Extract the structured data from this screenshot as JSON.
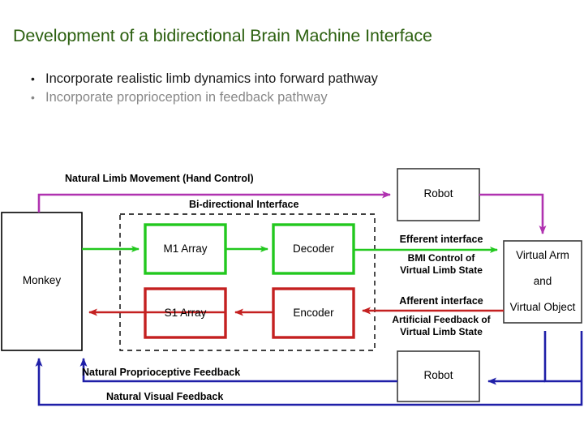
{
  "slide": {
    "title": "Development of a bidirectional Brain Machine Interface",
    "title_color": "#2c6010",
    "bullets": [
      {
        "marker": "•",
        "text": "Incorporate realistic limb dynamics into forward pathway",
        "color": "#1a1a1a"
      },
      {
        "marker": "•",
        "text": "Incorporate proprioception in feedback pathway",
        "color": "#888888"
      }
    ]
  },
  "diagram": {
    "colors": {
      "black": "#000000",
      "green": "#22c81e",
      "red": "#c42020",
      "purple": "#b032b0",
      "blue": "#1f1fa8",
      "dashed": "#000000"
    },
    "boxes": {
      "monkey": "Monkey",
      "m1_array": "M1 Array",
      "decoder": "Decoder",
      "s1_array": "S1 Array",
      "encoder": "Encoder",
      "robot_top": "Robot",
      "robot_bottom": "Robot",
      "virtual_line1": "Virtual Arm",
      "virtual_line2": "and",
      "virtual_line3": "Virtual Object"
    },
    "labels": {
      "natural_limb_movement": "Natural Limb Movement (Hand Control)",
      "bidirectional_interface": "Bi-directional Interface",
      "efferent_interface": "Efferent interface",
      "efferent_sub_line1": "BMI Control of",
      "efferent_sub_line2": "Virtual Limb State",
      "afferent_interface": "Afferent interface",
      "afferent_sub_line1": "Artificial Feedback of",
      "afferent_sub_line2": "Virtual Limb State",
      "natural_proprioceptive_feedback": "Natural Proprioceptive Feedback",
      "natural_visual_feedback": "Natural Visual Feedback"
    }
  }
}
